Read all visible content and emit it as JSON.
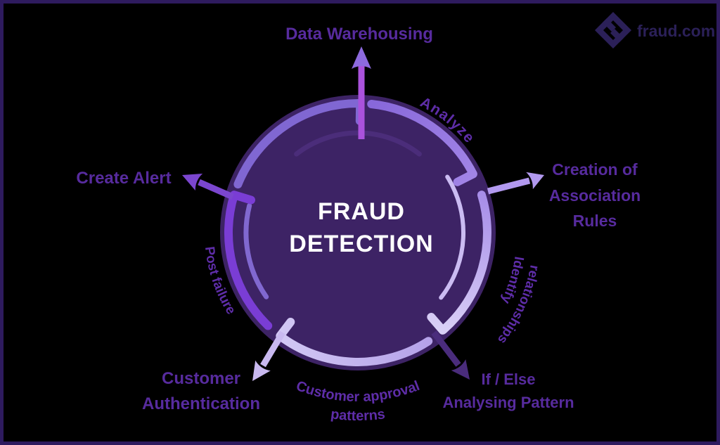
{
  "title": "Fraud Detection cycle diagram",
  "logo": {
    "text": "fraud.com"
  },
  "center": {
    "lines": [
      "FRAUD",
      "DETECTION"
    ]
  },
  "outer_labels": {
    "data_warehousing": {
      "text": "Data Warehousing"
    },
    "creation_of_association_rules": {
      "lines": [
        "Creation of",
        "Association",
        "Rules"
      ]
    },
    "create_alert": {
      "text": "Create Alert"
    },
    "customer_authentication": {
      "lines": [
        "Customer",
        "Authentication"
      ]
    },
    "if_else_analysing_pattern": {
      "lines": [
        "If / Else",
        "Analysing Pattern"
      ]
    }
  },
  "ring_labels": {
    "analyze": "Analyze",
    "identify_relationships": {
      "lines": [
        "Identify",
        "relationships"
      ]
    },
    "customer_approval_patterns": {
      "lines": [
        "Customer approval",
        "patterns"
      ]
    },
    "post_failure": "Post failure"
  },
  "colors": {
    "background": "#000000",
    "frame_border": "#2e1b5e",
    "circle_fill": "#3d2365",
    "center_text": "#ffffff",
    "label_text": "#572b9e",
    "ring_label_text": "#5e2da8",
    "logo_color": "#2b2058",
    "seg_top_left": "#8067d2",
    "seg_top_right_start": "#8868da",
    "seg_top_right_end": "#a184e6",
    "seg_right_start": "#a78de8",
    "seg_right_end": "#d9d0f6",
    "seg_bottom_start": "#b5a2e9",
    "seg_bottom_end": "#d2c8f4",
    "seg_left": "#7a3dd5",
    "echo_top": "#4b2d7a",
    "echo_right": "#cbbcf2",
    "echo_left": "#8168d0",
    "arrow_top_shaft": "#aa52dc",
    "arrow_top_head": "#8d6ade",
    "arrow_right": "#b299ef",
    "arrow_bottom_right": "#4a2c7c",
    "arrow_bottom_left": "#c9b9f0",
    "arrow_left": "#7b46cf"
  }
}
